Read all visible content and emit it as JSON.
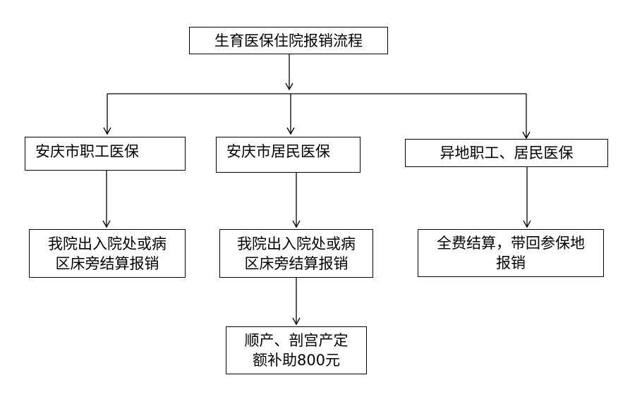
{
  "title": "生育医保住院报销流程",
  "branches": [
    {
      "category": "安庆市职工医保",
      "step_lines": [
        "我院出入院处或病",
        "区床旁结算报销"
      ]
    },
    {
      "category": "安庆市居民医保",
      "step_lines": [
        "我院出入院处或病",
        "区床旁结算报销"
      ],
      "subsidy_lines": [
        "顺产、剖宫产定",
        "额补助800元"
      ]
    },
    {
      "category": "异地职工、居民医保",
      "step_lines": [
        "全费结算，带回参保地",
        "报销"
      ]
    }
  ],
  "colors": {
    "line": "#000000",
    "box_border": "#000000",
    "background": "#ffffff"
  }
}
